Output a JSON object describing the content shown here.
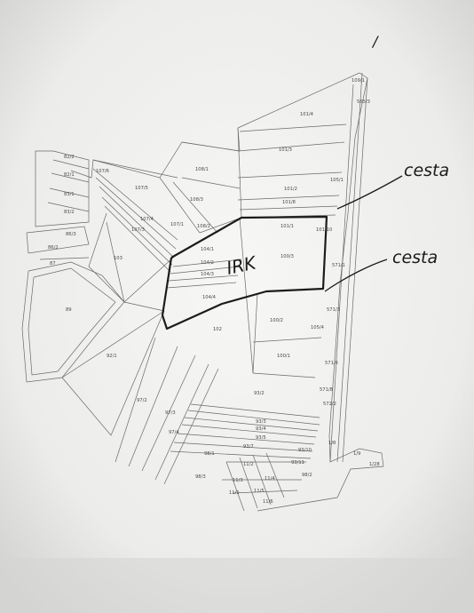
{
  "annotations": {
    "corner_mark": "/",
    "road_label_1": "cesta",
    "road_label_2": "cesta",
    "parcel_mark": "IRK"
  },
  "parcels": [
    {
      "id": "p-109-1",
      "text": "109/1"
    },
    {
      "id": "p-101-4",
      "text": "101/4"
    },
    {
      "id": "p-101-3",
      "text": "101/3"
    },
    {
      "id": "p-101-2",
      "text": "101/2"
    },
    {
      "id": "p-101-8",
      "text": "101/8"
    },
    {
      "id": "p-101-1",
      "text": "101/1"
    },
    {
      "id": "p-100-3",
      "text": "100/3"
    },
    {
      "id": "p-100-2",
      "text": "100/2"
    },
    {
      "id": "p-100-1",
      "text": "100/1"
    },
    {
      "id": "p-108-1",
      "text": "108/1"
    },
    {
      "id": "p-108-3",
      "text": "108/3"
    },
    {
      "id": "p-108-2",
      "text": "108/2"
    },
    {
      "id": "p-107-6",
      "text": "107/6"
    },
    {
      "id": "p-107-5",
      "text": "107/5"
    },
    {
      "id": "p-107-4",
      "text": "107/4"
    },
    {
      "id": "p-107-3",
      "text": "107/3"
    },
    {
      "id": "p-107-1",
      "text": "107/1"
    },
    {
      "id": "p-104-1",
      "text": "104/1"
    },
    {
      "id": "p-104-2",
      "text": "104/2"
    },
    {
      "id": "p-104-3",
      "text": "104/3"
    },
    {
      "id": "p-104-4",
      "text": "104/4"
    },
    {
      "id": "p-103",
      "text": "103"
    },
    {
      "id": "p-102",
      "text": "102"
    },
    {
      "id": "p-82-2",
      "text": "82/2"
    },
    {
      "id": "p-82-1",
      "text": "82/1"
    },
    {
      "id": "p-83-1",
      "text": "83/1"
    },
    {
      "id": "p-83-2",
      "text": "83/2"
    },
    {
      "id": "p-86-2",
      "text": "86/2"
    },
    {
      "id": "p-86-3",
      "text": "86/3"
    },
    {
      "id": "p-87",
      "text": "87"
    },
    {
      "id": "p-89",
      "text": "89"
    },
    {
      "id": "p-92-1",
      "text": "92/1"
    },
    {
      "id": "p-97-2",
      "text": "97/2"
    },
    {
      "id": "p-97-3",
      "text": "97/3"
    },
    {
      "id": "p-97-4",
      "text": "97/4"
    },
    {
      "id": "p-93-2",
      "text": "93/2"
    },
    {
      "id": "p-93-3",
      "text": "93/3"
    },
    {
      "id": "p-93-4",
      "text": "93/4"
    },
    {
      "id": "p-93-5",
      "text": "93/5"
    },
    {
      "id": "p-93-7",
      "text": "93/7"
    },
    {
      "id": "p-93-10",
      "text": "93/10"
    },
    {
      "id": "p-93-11",
      "text": "93/11"
    },
    {
      "id": "p-98-1",
      "text": "98/1"
    },
    {
      "id": "p-98-2",
      "text": "98/2"
    },
    {
      "id": "p-98-3",
      "text": "98/3"
    },
    {
      "id": "p-11-2",
      "text": "11/2"
    },
    {
      "id": "p-11-3",
      "text": "11/3"
    },
    {
      "id": "p-11-4",
      "text": "11/4"
    },
    {
      "id": "p-11-5",
      "text": "11/5"
    },
    {
      "id": "p-11-1",
      "text": "11/1"
    },
    {
      "id": "p-11-6",
      "text": "11/6"
    },
    {
      "id": "p-105-4",
      "text": "105/4"
    },
    {
      "id": "p-101-10",
      "text": "101/10"
    },
    {
      "id": "p-571-1",
      "text": "571/1"
    },
    {
      "id": "p-571-3",
      "text": "571/3"
    },
    {
      "id": "p-571-6",
      "text": "571/6"
    },
    {
      "id": "p-571-8",
      "text": "571/8"
    },
    {
      "id": "p-572-2",
      "text": "572/2"
    },
    {
      "id": "p-1-8",
      "text": "1/8"
    },
    {
      "id": "p-1-9",
      "text": "1/9"
    },
    {
      "id": "p-1-28",
      "text": "1/28"
    },
    {
      "id": "p-565-3",
      "text": "565/3"
    },
    {
      "id": "p-105-1",
      "text": "105/1"
    }
  ]
}
